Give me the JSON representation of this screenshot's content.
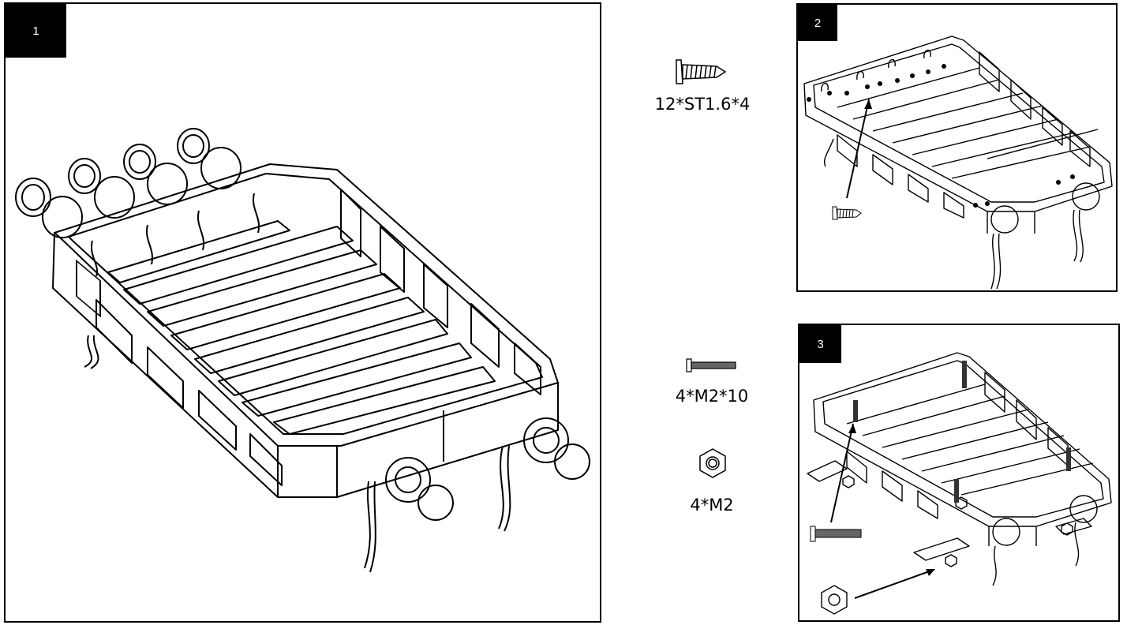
{
  "steps": [
    {
      "number": "1"
    },
    {
      "number": "2"
    },
    {
      "number": "3"
    }
  ],
  "parts": [
    {
      "name": "tapping-screw",
      "quantity_label": "12*ST1.6*4",
      "icon": "tapping-screw-icon"
    },
    {
      "name": "machine-screw",
      "quantity_label": "4*M2*10",
      "icon": "machine-screw-icon"
    },
    {
      "name": "hex-nut",
      "quantity_label": "4*M2",
      "icon": "hex-nut-icon"
    }
  ],
  "colors": {
    "line": "#000000",
    "badge": "#000000",
    "badge_text": "#ffffff",
    "screw": "#555555"
  }
}
